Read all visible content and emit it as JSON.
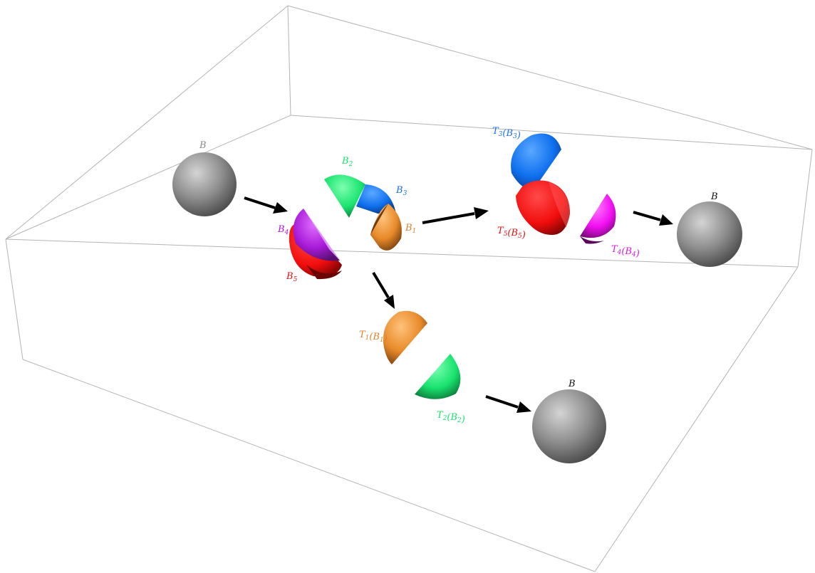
{
  "labels": {
    "b_source": {
      "main": "B",
      "color": "#8a8a8a"
    },
    "b1": {
      "main": "B",
      "sub": "1",
      "color": "#d9822b"
    },
    "b2": {
      "main": "B",
      "sub": "2",
      "color": "#19e36f"
    },
    "b3": {
      "main": "B",
      "sub": "3",
      "color": "#1a6ee8"
    },
    "b4": {
      "main": "B",
      "sub": "4",
      "color": "#b018d8"
    },
    "b5": {
      "main": "B",
      "sub": "5",
      "color": "#e01010"
    },
    "t1b1": {
      "pre": "T",
      "presub": "1",
      "open": "(",
      "main": "B",
      "sub": "1",
      "close": ")",
      "color": "#d9822b"
    },
    "t2b2": {
      "pre": "T",
      "presub": "2",
      "open": "(",
      "main": "B",
      "sub": "2",
      "close": ")",
      "color": "#19e36f"
    },
    "t3b3": {
      "pre": "T",
      "presub": "3",
      "open": "(",
      "main": "B",
      "sub": "3",
      "close": ")",
      "color": "#1a6ee8"
    },
    "t4b4": {
      "pre": "T",
      "presub": "4",
      "open": "(",
      "main": "B",
      "sub": "4",
      "close": ")",
      "color": "#d91ad9"
    },
    "t5b5": {
      "pre": "T",
      "presub": "5",
      "open": "(",
      "main": "B",
      "sub": "5",
      "close": ")",
      "color": "#e01010"
    },
    "b_top_right": {
      "main": "B",
      "color": "#111111"
    },
    "b_bottom": {
      "main": "B",
      "color": "#111111"
    }
  },
  "colors": {
    "box_edge": "#b4b4b4",
    "arrow": "#000000",
    "gray_ball": "#8c8c8c",
    "orange": "#f0912e",
    "green": "#22e874",
    "blue": "#1577ee",
    "purple": "#a81ad8",
    "red": "#f10f0f",
    "magenta": "#f10ff1"
  }
}
